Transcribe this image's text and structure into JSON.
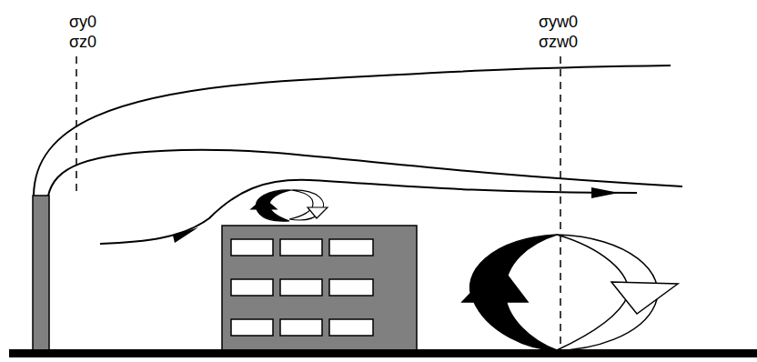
{
  "diagram": {
    "labels": [
      "σy0",
      "σz0",
      "σyw0",
      "σzw0"
    ]
  }
}
